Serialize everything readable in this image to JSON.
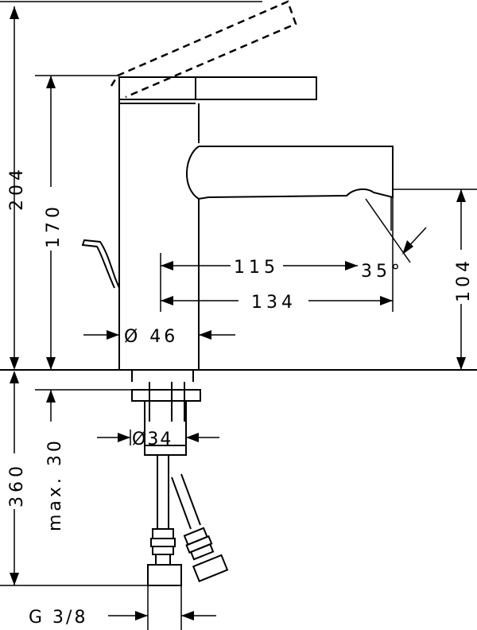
{
  "drawing": {
    "dimensions": {
      "height_total": "204",
      "height_spout": "170",
      "height_outlet": "104",
      "below_deck": "360",
      "max_thickness": "max. 30",
      "projection_115": "115",
      "projection_134": "134",
      "angle": "35°",
      "body_diameter": "Ø  46",
      "shank_diameter": "Ø34",
      "connection": "G 3/8"
    }
  }
}
